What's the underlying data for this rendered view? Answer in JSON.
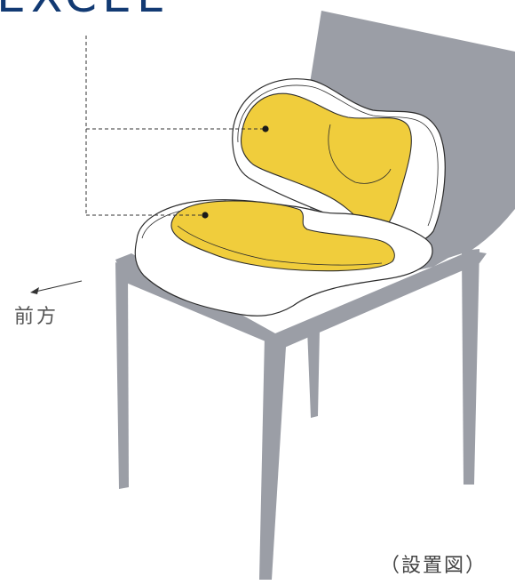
{
  "brand": {
    "logo_text": "EXCEL"
  },
  "labels": {
    "front": "前方",
    "caption": "（設置図）"
  },
  "colors": {
    "chair": "#9b9ea6",
    "cushion": "#ffffff",
    "pad": "#f0cd3c",
    "outline": "#2c2c2c",
    "logo": "#123a73",
    "label_text": "#555555"
  }
}
